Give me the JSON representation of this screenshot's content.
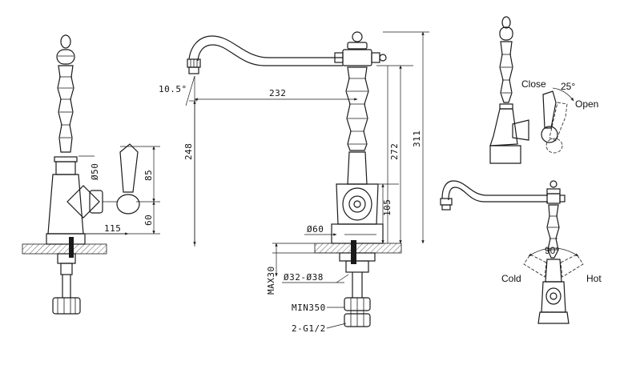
{
  "dimensions": {
    "d50": "Ø50",
    "h85": "85",
    "h60": "60",
    "w115": "115",
    "angle105": "10.5°",
    "reach232": "232",
    "h248": "248",
    "h272": "272",
    "h311": "311",
    "h105": "105",
    "d60": "Ø60",
    "max30": "MAX30",
    "d32_38": "Ø32-Ø38",
    "min350": "MIN350",
    "thread": "2-G1/2"
  },
  "handle_rotation": {
    "close": "Close",
    "angle": "25°",
    "open": "Open"
  },
  "spout_rotation": {
    "angle": "90°",
    "cold": "Cold",
    "hot": "Hot"
  },
  "colors": {
    "line": "#1a1a1a",
    "background": "#ffffff"
  }
}
